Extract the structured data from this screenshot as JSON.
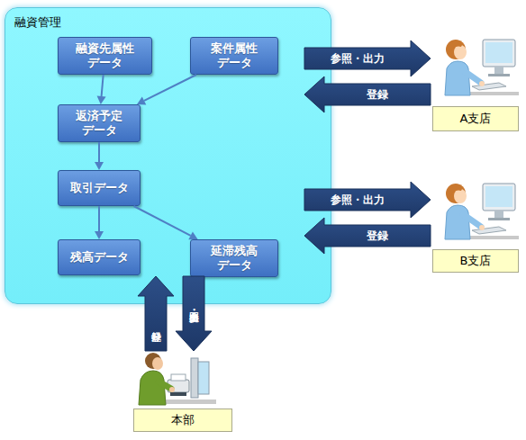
{
  "diagram": {
    "nodes": [
      {
        "text": [
          "融資管理"
        ]
      },
      {
        "text": [
          "融資先属性 データ"
        ],
        "in": 0
      },
      {
        "text": [
          "案件属性 データ"
        ],
        "in": 0
      },
      {
        "text": [
          "返済予定 データ"
        ],
        "in": 0
      },
      {
        "text": [
          "取引データ"
        ],
        "in": 0
      },
      {
        "text": [
          "残高データ"
        ],
        "in": 0
      },
      {
        "text": [
          "延滞残高 データ"
        ],
        "in": 0
      },
      {
        "text": [
          "A支店"
        ]
      },
      {
        "text": [
          "B支店"
        ]
      },
      {
        "text": [
          "本部"
        ]
      }
    ],
    "edges": [
      {
        "from": 1,
        "to": 3,
        "arrow": "to"
      },
      {
        "from": 2,
        "to": 3,
        "arrow": "to"
      },
      {
        "from": 3,
        "to": 4,
        "arrow": "to"
      },
      {
        "from": 4,
        "to": 5,
        "arrow": "to"
      },
      {
        "from": 4,
        "to": 6,
        "arrow": "to"
      },
      {
        "from": 0,
        "to": 7,
        "label": "参照・出力",
        "arrow": "to"
      },
      {
        "from": 7,
        "to": 0,
        "label": "登録",
        "arrow": "to"
      },
      {
        "from": 0,
        "to": 8,
        "label": "参照・出力",
        "arrow": "to"
      },
      {
        "from": 8,
        "to": 0,
        "label": "登録",
        "arrow": "to"
      },
      {
        "from": 9,
        "to": 0,
        "label": "登録",
        "arrow": "to"
      },
      {
        "from": 0,
        "to": 9,
        "label": "参照・出力",
        "arrow": "to"
      }
    ]
  }
}
